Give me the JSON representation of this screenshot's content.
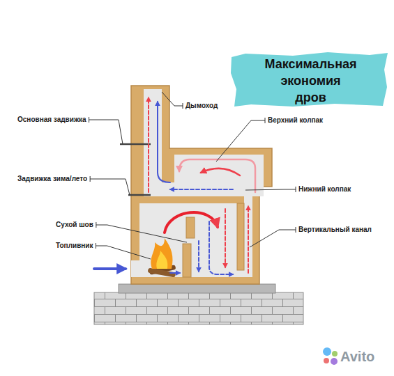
{
  "diagram": {
    "title": "Максимальная экономия дров",
    "labels": [
      "Основная задвижка",
      "Задвижка зима/лето",
      "Сухой шов",
      "Топливник",
      "Дымоход",
      "Верхний колпак",
      "Нижний колпак",
      "Вертикальный канал",
      "Avito"
    ]
  }
}
